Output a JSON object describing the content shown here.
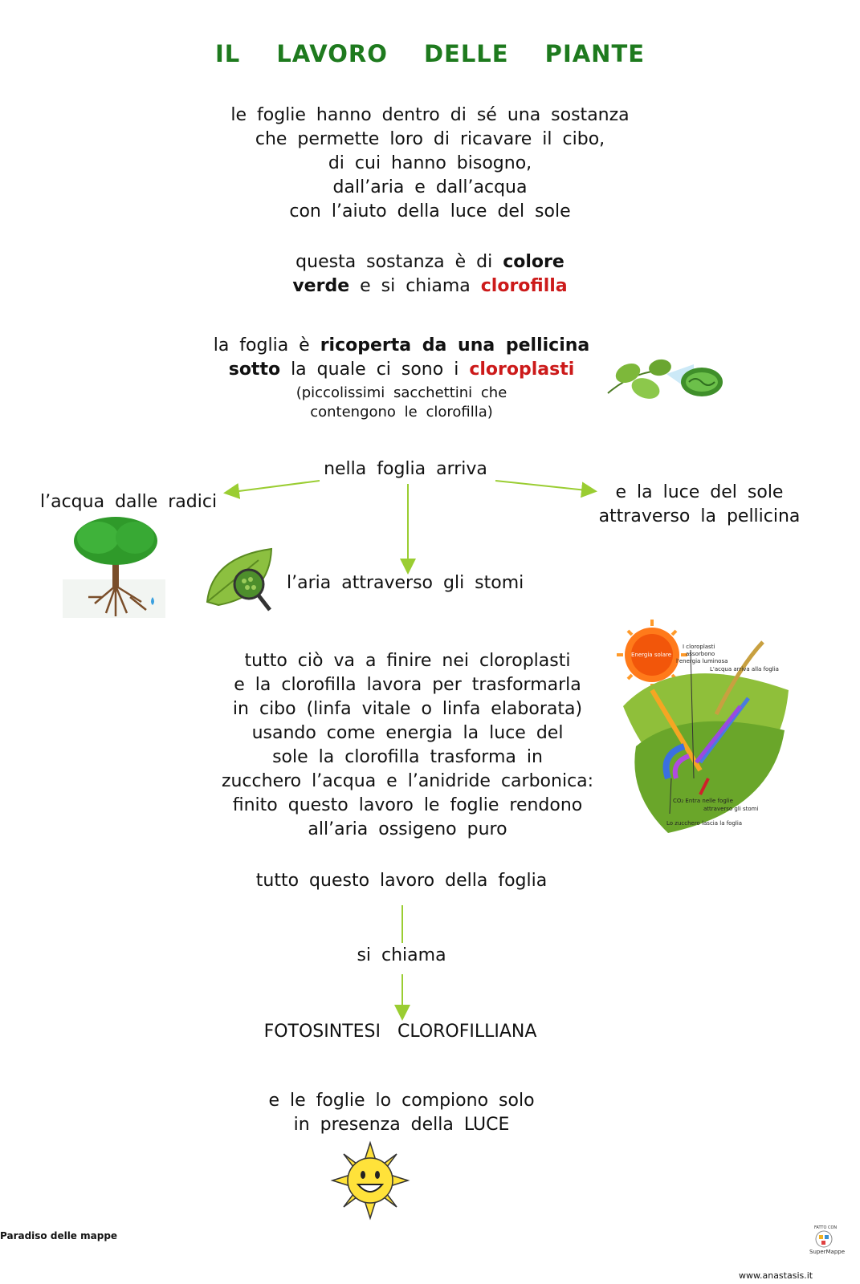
{
  "title": "IL LAVORO DELLE PIANTE",
  "intro": {
    "lines": [
      "le foglie hanno dentro di sé una sostanza",
      "che permette loro di ricavare il cibo,",
      "di cui hanno bisogno,",
      "dall’aria e dall’acqua",
      "con l’aiuto della luce del sole"
    ]
  },
  "substance": {
    "l1_a": "questa sostanza è di ",
    "l1_b": "colore",
    "l2_a": "verde",
    "l2_b": " e si chiama ",
    "l2_c": "clorofilla"
  },
  "leaf": {
    "l1_a": "la foglia è ",
    "l1_b": "ricoperta da una pellicina",
    "l2_a": "sotto",
    "l2_b": " la quale ci sono i ",
    "l2_c": "cloroplasti",
    "l3": "(piccolissimi sacchettini che",
    "l4": "contengono le clorofilla)"
  },
  "arrive": {
    "center": "nella foglia arriva",
    "left": "l’acqua dalle radici",
    "right_1": "e la luce del sole",
    "right_2": "attraverso la pellicina",
    "bottom": "l’aria attraverso gli stomi"
  },
  "process": {
    "lines": [
      "tutto ciò va a finire nei cloroplasti",
      "e la clorofilla lavora per trasformarla",
      "in cibo (linfa vitale o linfa elaborata)",
      "usando come energia la luce del",
      "sole la clorofilla trasforma in",
      "zucchero l’acqua e l’anidride carbonica:",
      "finito questo lavoro le foglie rendono",
      "all’aria ossigeno puro"
    ]
  },
  "diagram": {
    "sun_label": "Energia solare",
    "chloro_1": "I cloroplasti",
    "chloro_2": "assorbono",
    "chloro_3": "l'energia luminosa",
    "water": "L'acqua arriva alla foglia",
    "co2_1": "CO₂ Entra nelle foglie",
    "co2_2": "attraverso gli stomi",
    "sugar": "Lo zucchero lascia la foglia"
  },
  "conclusion": {
    "l1": "tutto questo lavoro della foglia",
    "l2": "si chiama",
    "l3": "FOTOSINTESI CLOROFILLIANA",
    "l4": "e le foglie lo compiono solo",
    "l5": "in presenza della LUCE"
  },
  "footer": {
    "left": "Paradiso delle mappe",
    "right": "www.anastasis.it",
    "badge_top": "FATTO CON",
    "badge_bottom": "SuperMappe"
  },
  "colors": {
    "title": "#1e7a1e",
    "accent_red": "#cc1a1a",
    "arrow": "#9acd32"
  }
}
